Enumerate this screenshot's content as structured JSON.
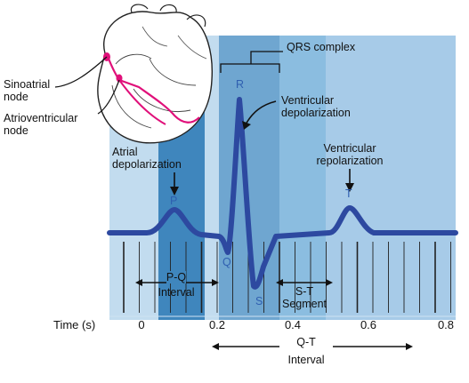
{
  "labels": {
    "sinoatrial": [
      "Sinoatrial",
      "node"
    ],
    "atrioventricular": [
      "Atrioventricular",
      "node"
    ],
    "qrs_complex": "QRS complex",
    "ventricular_depolarization": [
      "Ventricular",
      "depolarization"
    ],
    "atrial_depolarization": [
      "Atrial",
      "depolarization"
    ],
    "ventricular_repolarization": [
      "Ventricular",
      "repolarization"
    ],
    "pq_interval": [
      "P-Q",
      "Interval"
    ],
    "st_segment": [
      "S-T",
      "Segment"
    ],
    "qt_interval": [
      "Q-T",
      "Interval"
    ]
  },
  "waves": {
    "P": "P",
    "Q": "Q",
    "R": "R",
    "S": "S",
    "T": "T"
  },
  "axis": {
    "title": "Time (s)",
    "ticks": [
      "0",
      "0.2",
      "0.4",
      "0.6",
      "0.8"
    ]
  },
  "colors": {
    "band_light": "#c2dcef",
    "band_mid": "#6fa6d0",
    "band_dark": "#3f86bd",
    "trace": "#2d49a0",
    "grid": "#222222",
    "conduction_path": "#e0107a"
  }
}
